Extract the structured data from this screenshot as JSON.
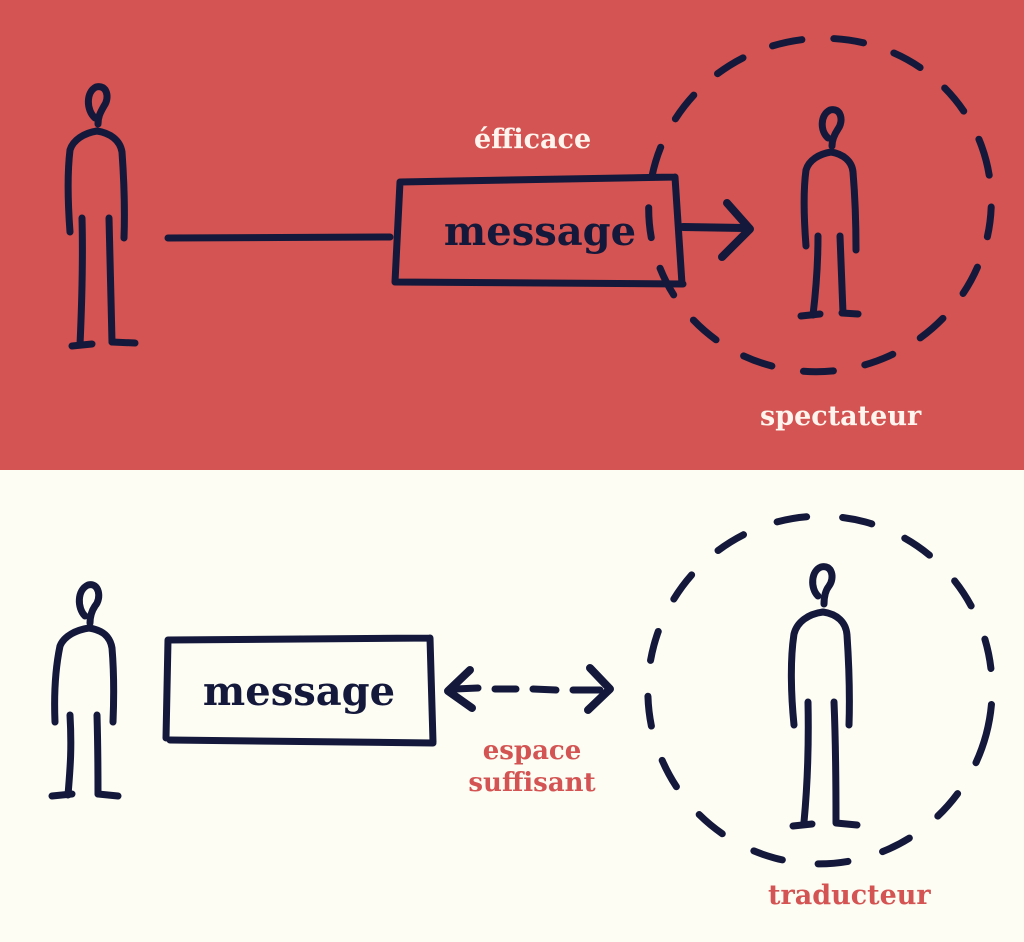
{
  "colors": {
    "top_background": "#d35452",
    "bottom_background": "#fdfdf4",
    "ink": "#14183a",
    "top_label": "#fff4ee",
    "bottom_label": "#d35452"
  },
  "top_panel": {
    "box_label": "message",
    "label_above_arrow": "éfficace",
    "receiver_label": "spectateur"
  },
  "bottom_panel": {
    "box_label": "message",
    "gap_label_line1": "espace",
    "gap_label_line2": "suffisant",
    "receiver_label": "traducteur"
  }
}
